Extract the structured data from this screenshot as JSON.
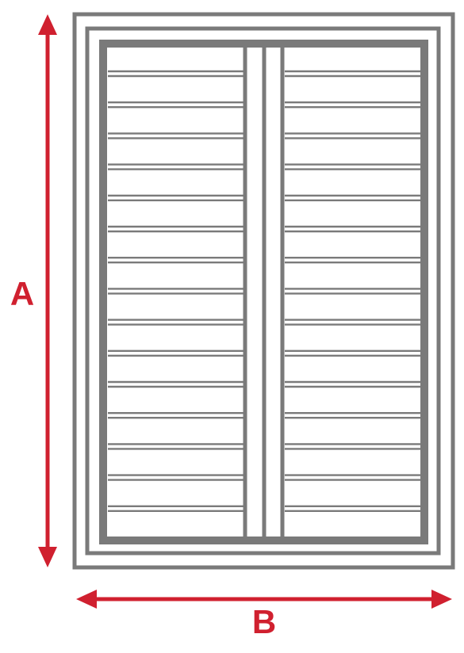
{
  "labels": {
    "height": "A",
    "width": "B"
  },
  "colors": {
    "frame": "#7a7a7a",
    "dimension": "#d0202f",
    "background": "#ffffff"
  },
  "shutter": {
    "panels": 2,
    "slats_per_panel": 15
  }
}
